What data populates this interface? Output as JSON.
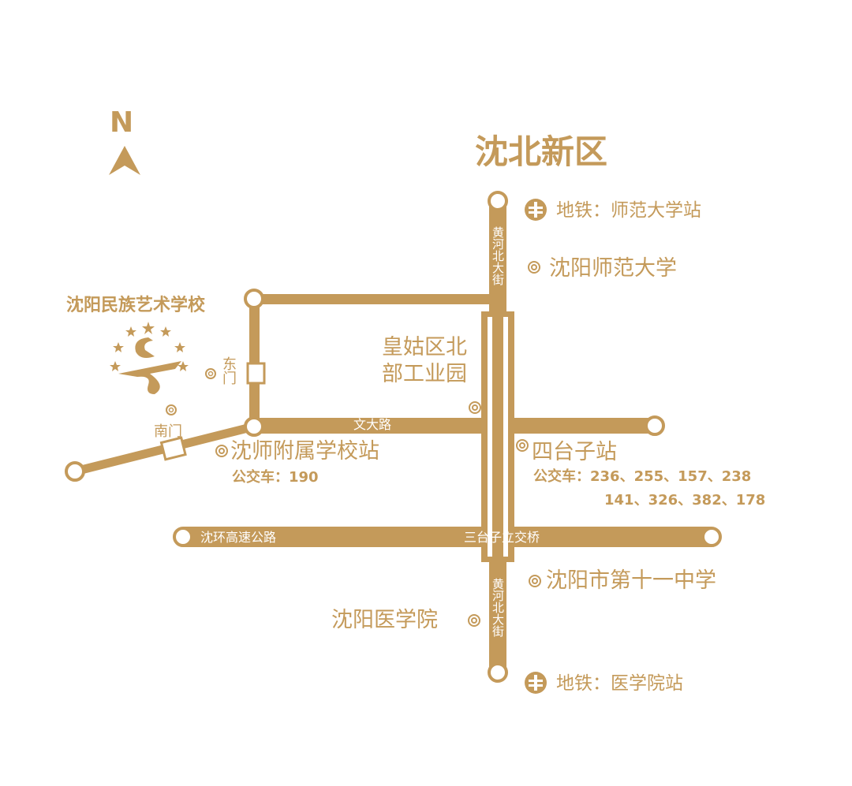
{
  "colors": {
    "gold": "#c49a5a",
    "background": "#ffffff"
  },
  "compass": {
    "letter": "N"
  },
  "district": "沈北新区",
  "school": {
    "name": "沈阳民族艺术学校"
  },
  "gates": {
    "east": "东门",
    "south": "南门"
  },
  "roads": {
    "wenda": "文大路",
    "huanghe_north": "黄河北大街",
    "huanghe_south": "黄河北大街",
    "shenhuan": "沈环高速公路",
    "santaizi": "三台子立交桥"
  },
  "places": {
    "metro_top": "地铁：师范大学站",
    "normal_univ": "沈阳师范大学",
    "industrial_line1": "皇姑区北",
    "industrial_line2": "部工业园",
    "shenshi_station": "沈师附属学校站",
    "shenshi_bus": "公交车：190",
    "sitaizi_station": "四台子站",
    "sitaizi_bus_line1": "公交车：236、255、157、238",
    "sitaizi_bus_line2": "141、326、382、178",
    "no11_school": "沈阳市第十一中学",
    "medical_univ": "沈阳医学院",
    "metro_bottom": "地铁：医学院站"
  },
  "icons": [
    "north-arrow-icon",
    "metro-icon",
    "poi-marker-icon",
    "school-logo-icon"
  ]
}
